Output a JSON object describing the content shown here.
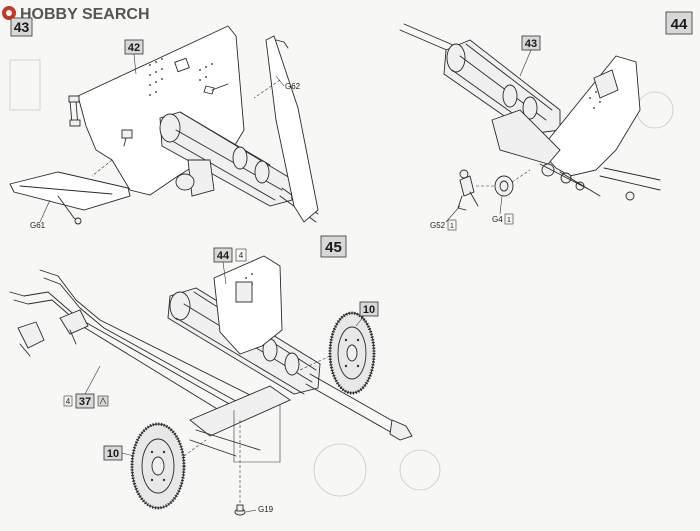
{
  "watermark": {
    "brand": "HOBBY SEARCH",
    "brand_color": "#c0392b",
    "text_color": "#555555",
    "icon": "hobby-search-logo-icon"
  },
  "steps": [
    {
      "number": "43"
    },
    {
      "number": "44"
    },
    {
      "number": "45"
    }
  ],
  "callouts": {
    "c42": "42",
    "c43": "43",
    "c44": "44",
    "c44_qty": "4",
    "c37": "37",
    "c37_qty": "4",
    "c10_right": "10",
    "c10_left": "10"
  },
  "parts": {
    "g62": "G62",
    "g61": "G61",
    "g52": "G52",
    "g52_qty": "1",
    "g4": "G4",
    "g4_qty": "1",
    "g19": "G19"
  }
}
